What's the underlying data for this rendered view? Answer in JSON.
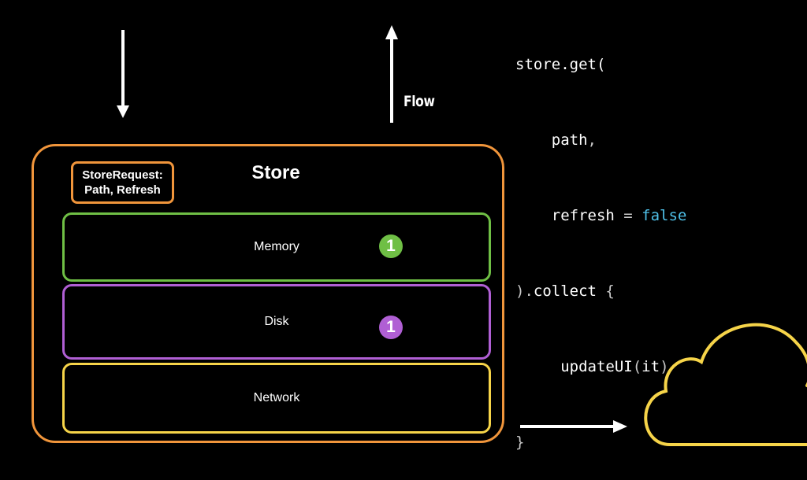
{
  "flow_label": "Flow",
  "code": {
    "line1": "store.get(",
    "line2_name": "path",
    "line2_punct": ",",
    "line3_name": "refresh",
    "line3_op": " = ",
    "line3_value": "false",
    "line4_punct": ").",
    "line4_rest": "collect ",
    "line4_brace": "{",
    "line5_fn": "updateUI",
    "line5_open": "(",
    "line5_arg": "it",
    "line5_close": ")",
    "line6": "}"
  },
  "store": {
    "title": "Store",
    "request_line1": "StoreRequest:",
    "request_line2": "Path, Refresh",
    "layers": [
      {
        "label": "Memory",
        "badge": "1",
        "color": "#6fbf45"
      },
      {
        "label": "Disk",
        "badge": "1",
        "color": "#b05fd4"
      },
      {
        "label": "Network",
        "color": "#f6d449"
      }
    ],
    "border_color": "#f0953b"
  },
  "cloud": {
    "icon": "cloud-icon",
    "color": "#f6d449"
  }
}
